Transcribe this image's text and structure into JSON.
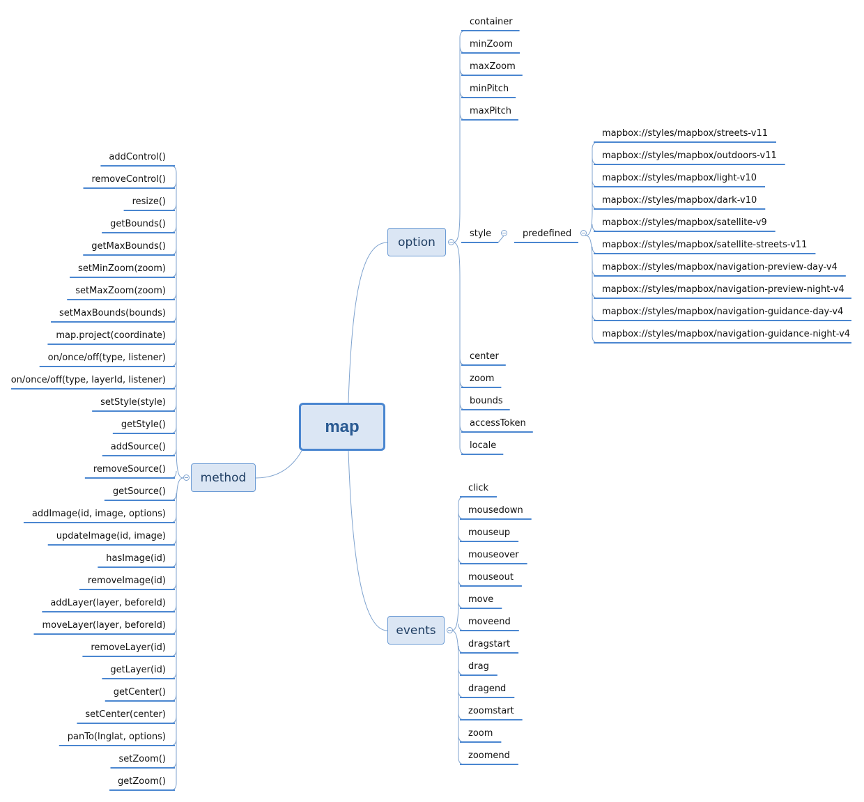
{
  "root": {
    "label": "map"
  },
  "option": {
    "label": "option",
    "items": [
      "container",
      "minZoom",
      "maxZoom",
      "minPitch",
      "maxPitch",
      "style",
      "center",
      "zoom",
      "bounds",
      "accessToken",
      "locale"
    ],
    "style": {
      "predefined_label": "predefined",
      "predefined": [
        "mapbox://styles/mapbox/streets-v11",
        "mapbox://styles/mapbox/outdoors-v11",
        "mapbox://styles/mapbox/light-v10",
        "mapbox://styles/mapbox/dark-v10",
        "mapbox://styles/mapbox/satellite-v9",
        "mapbox://styles/mapbox/satellite-streets-v11",
        "mapbox://styles/mapbox/navigation-preview-day-v4",
        "mapbox://styles/mapbox/navigation-preview-night-v4",
        "mapbox://styles/mapbox/navigation-guidance-day-v4",
        "mapbox://styles/mapbox/navigation-guidance-night-v4"
      ]
    }
  },
  "events": {
    "label": "events",
    "items": [
      "click",
      "mousedown",
      "mouseup",
      "mouseover",
      "mouseout",
      "move",
      "moveend",
      "dragstart",
      "drag",
      "dragend",
      "zoomstart",
      "zoom",
      "zoomend"
    ]
  },
  "method": {
    "label": "method",
    "items": [
      "addControl()",
      "removeControl()",
      "resize()",
      "getBounds()",
      "getMaxBounds()",
      "setMinZoom(zoom)",
      "setMaxZoom(zoom)",
      "setMaxBounds(bounds)",
      "map.project(coordinate)",
      "on/once/off(type, listener)",
      "on/once/off(type, layerId, listener)",
      "setStyle(style)",
      "getStyle()",
      "addSource()",
      "removeSource()",
      "getSource()",
      "addImage(id, image, options)",
      "updateImage(id, image)",
      "hasImage(id)",
      "removeImage(id)",
      "addLayer(layer, beforeId)",
      "moveLayer(layer, beforeId)",
      "removeLayer(id)",
      "getLayer(id)",
      "getCenter()",
      "setCenter(center)",
      "panTo(lnglat, options)",
      "setZoom()",
      "getZoom()"
    ]
  },
  "colors": {
    "line": "#4a86d0",
    "thin": "#7fa3cf",
    "nodeFill": "#dbe6f4"
  }
}
